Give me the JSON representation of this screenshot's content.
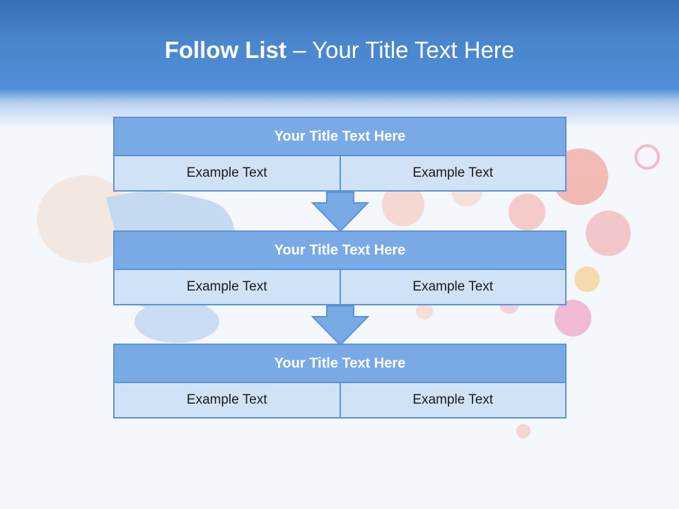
{
  "slide": {
    "title_bold": "Follow List ",
    "title_rest": " – Your Title Text Here"
  },
  "blocks": [
    {
      "title": "Your Title Text Here",
      "left": "Example Text",
      "right": "Example Text"
    },
    {
      "title": "Your Title Text Here",
      "left": "Example Text",
      "right": "Example Text"
    },
    {
      "title": "Your Title Text Here",
      "left": "Example Text",
      "right": "Example Text"
    }
  ],
  "colors": {
    "header_blue": "#4a86cc",
    "block_title_fill": "#7aaae6",
    "block_cell_fill": "#d2e2f6",
    "border_blue": "#5b93d9"
  }
}
